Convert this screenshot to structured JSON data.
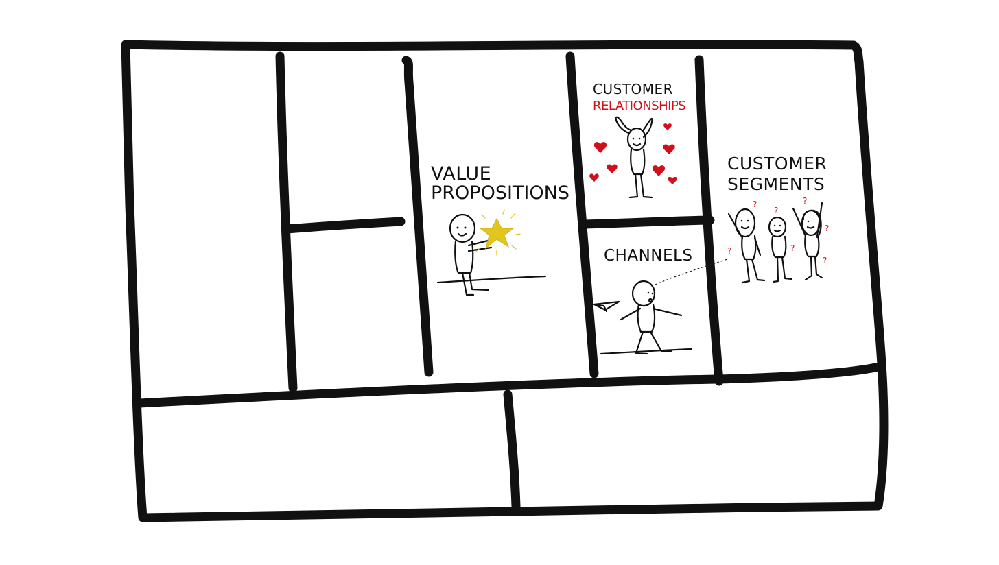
{
  "canvas": {
    "blocks": {
      "value_propositions": {
        "label_line1": "Value",
        "label_line2": "Propositions"
      },
      "customer_relationships": {
        "label_line1": "Customer",
        "label_line2": "Relationships"
      },
      "channels": {
        "label": "Channels"
      },
      "customer_segments": {
        "label_line1": "Customer",
        "label_line2": "Segments"
      }
    }
  },
  "colors": {
    "ink": "#111111",
    "accent_red": "#d0111b",
    "star_yellow": "#e3c51f",
    "background": "#ffffff"
  },
  "icons": [
    "star-icon",
    "heart-icon",
    "paper-plane-icon",
    "question-mark-icon",
    "stick-figure-icon"
  ]
}
